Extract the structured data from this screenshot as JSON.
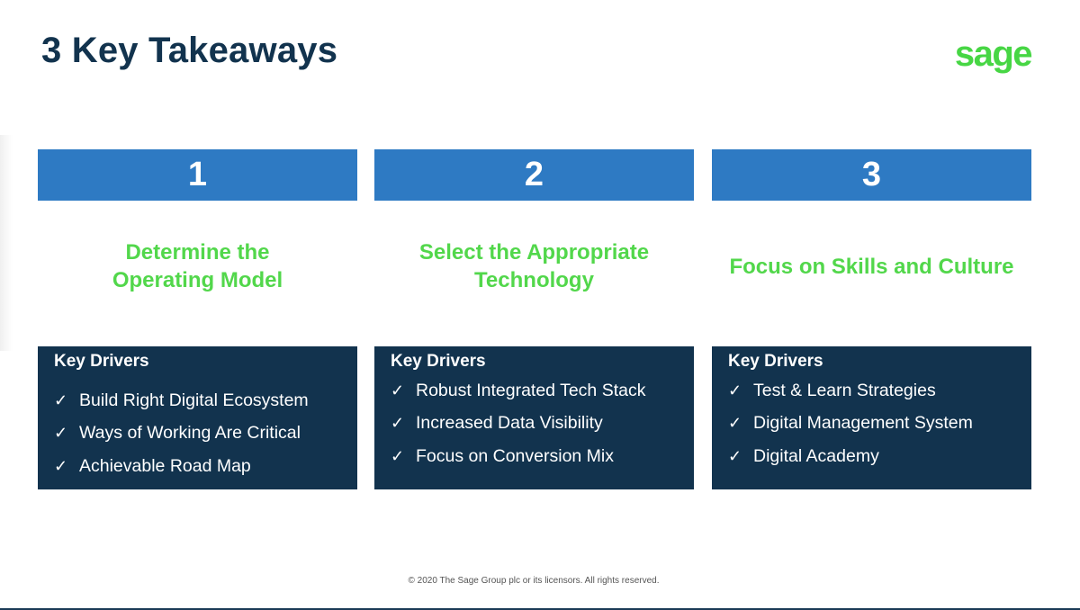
{
  "slide": {
    "title": "3 Key Takeaways",
    "logo_text": "sage",
    "footer": "© 2020 The Sage Group plc or its licensors. All rights reserved."
  },
  "colors": {
    "title": "#12334e",
    "brand_green": "#47d644",
    "number_bar": "#2e7ac3",
    "drivers_panel": "#12334e"
  },
  "takeaways": [
    {
      "number": "1",
      "heading": "Determine the\nOperating Model",
      "drivers_title": "Key Drivers",
      "drivers": [
        "Build Right Digital Ecosystem",
        "Ways of Working Are Critical",
        "Achievable Road Map"
      ]
    },
    {
      "number": "2",
      "heading": "Select the Appropriate\nTechnology",
      "drivers_title": "Key Drivers",
      "drivers": [
        "Robust Integrated Tech Stack",
        "Increased Data Visibility",
        "Focus on Conversion Mix"
      ]
    },
    {
      "number": "3",
      "heading": "Focus on Skills and Culture",
      "drivers_title": "Key Drivers",
      "drivers": [
        "Test & Learn Strategies",
        "Digital Management System",
        "Digital Academy"
      ]
    }
  ],
  "icons": {
    "check": "✓"
  }
}
